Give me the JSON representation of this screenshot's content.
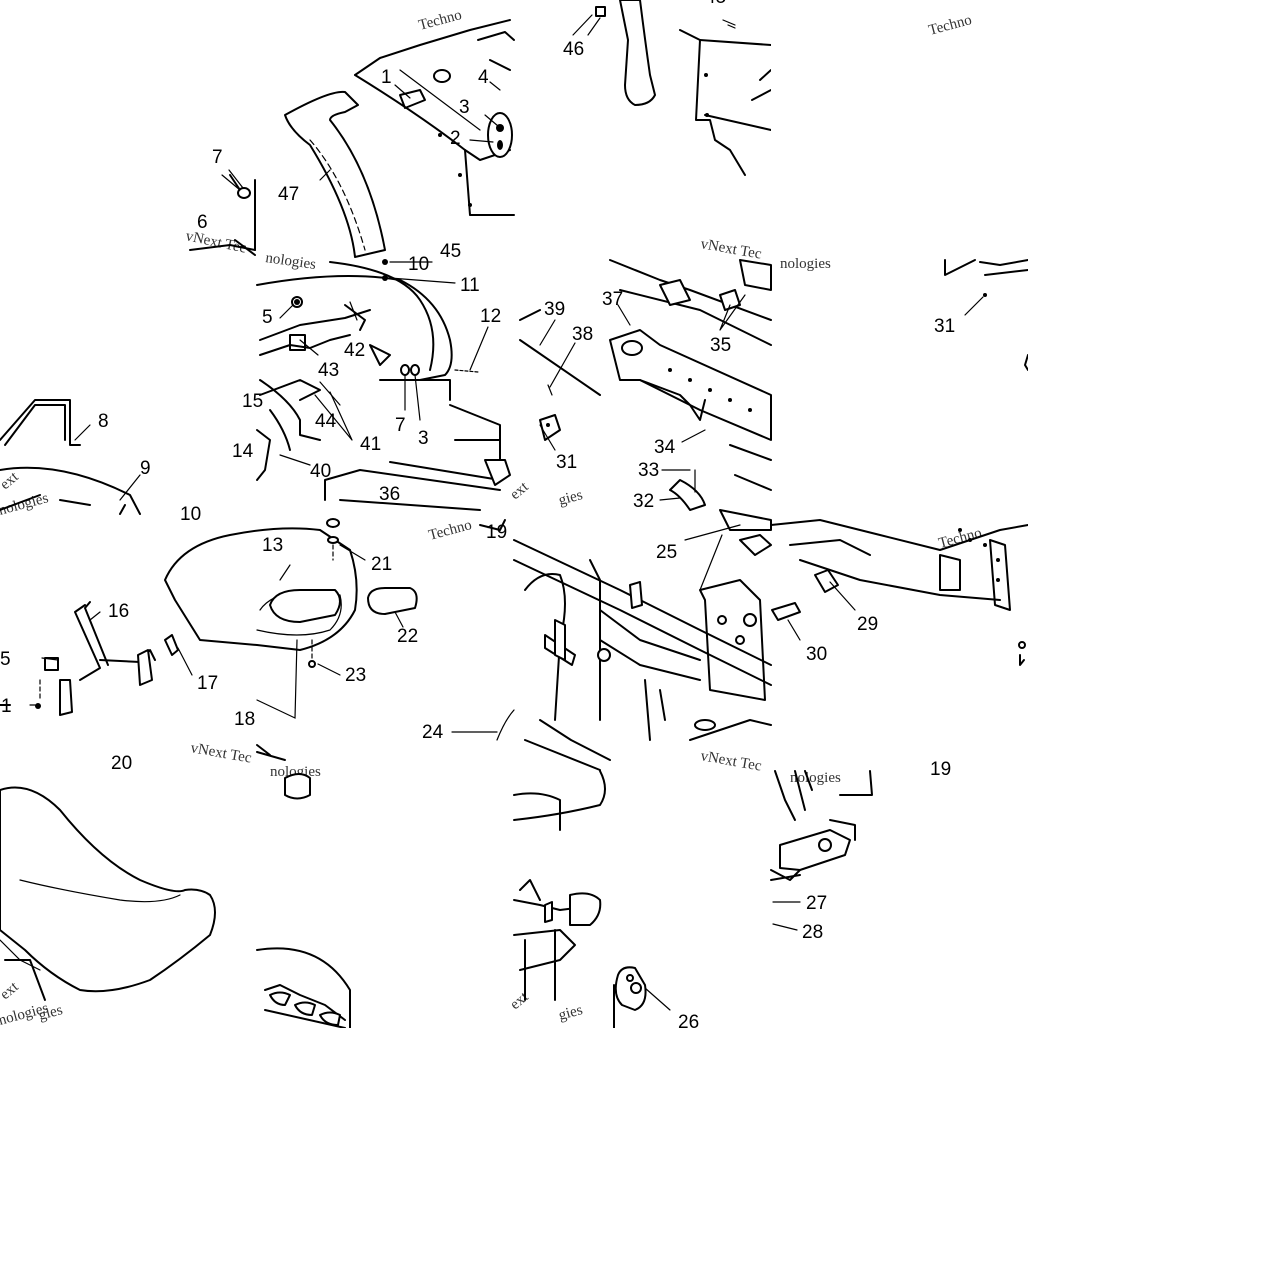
{
  "diagram": {
    "callouts": [
      {
        "id": "c1",
        "text": "1"
      },
      {
        "id": "c2",
        "text": "2"
      },
      {
        "id": "c3a",
        "text": "3"
      },
      {
        "id": "c4",
        "text": "4"
      },
      {
        "id": "c5",
        "text": "5"
      },
      {
        "id": "c6",
        "text": "6"
      },
      {
        "id": "c7a",
        "text": "7"
      },
      {
        "id": "c7b",
        "text": "7"
      },
      {
        "id": "c3b",
        "text": "3"
      },
      {
        "id": "c8",
        "text": "8"
      },
      {
        "id": "c9",
        "text": "9"
      },
      {
        "id": "c10",
        "text": "10"
      },
      {
        "id": "c11",
        "text": "11"
      },
      {
        "id": "c12",
        "text": "12"
      },
      {
        "id": "c13",
        "text": "13"
      },
      {
        "id": "c14",
        "text": "14"
      },
      {
        "id": "c15a",
        "text": "15"
      },
      {
        "id": "c15b",
        "text": "5"
      },
      {
        "id": "c16",
        "text": "16"
      },
      {
        "id": "c17",
        "text": "17"
      },
      {
        "id": "c18",
        "text": "18"
      },
      {
        "id": "c19",
        "text": "19"
      },
      {
        "id": "c20",
        "text": "20"
      },
      {
        "id": "c21",
        "text": "21"
      },
      {
        "id": "c22",
        "text": "22"
      },
      {
        "id": "c23",
        "text": "23"
      },
      {
        "id": "c24",
        "text": "24"
      },
      {
        "id": "c25",
        "text": "25"
      },
      {
        "id": "c26",
        "text": "26"
      },
      {
        "id": "c27",
        "text": "27"
      },
      {
        "id": "c28",
        "text": "28"
      },
      {
        "id": "c29",
        "text": "29"
      },
      {
        "id": "c30",
        "text": "30"
      },
      {
        "id": "c31a",
        "text": "31"
      },
      {
        "id": "c31b",
        "text": "31"
      },
      {
        "id": "c32",
        "text": "32"
      },
      {
        "id": "c33",
        "text": "33"
      },
      {
        "id": "c34",
        "text": "34"
      },
      {
        "id": "c35",
        "text": "35"
      },
      {
        "id": "c36",
        "text": "36"
      },
      {
        "id": "c37",
        "text": "37"
      },
      {
        "id": "c38",
        "text": "38"
      },
      {
        "id": "c39",
        "text": "39"
      },
      {
        "id": "c40",
        "text": "40"
      },
      {
        "id": "c41",
        "text": "41"
      },
      {
        "id": "c42",
        "text": "42"
      },
      {
        "id": "c43",
        "text": "43"
      },
      {
        "id": "c44",
        "text": "44"
      },
      {
        "id": "c45",
        "text": "45"
      },
      {
        "id": "c46",
        "text": "46"
      },
      {
        "id": "c47",
        "text": "47"
      },
      {
        "id": "c1b",
        "text": "1"
      },
      {
        "id": "c10b",
        "text": "10"
      },
      {
        "id": "c19b",
        "text": "19"
      }
    ],
    "watermarks": {
      "techno": "Techno",
      "vnext": "vNext Tec",
      "vnext2": "vNext Technologies",
      "nologies": "nologies",
      "gies": "gies",
      "ext": "ext"
    },
    "line_color": "#000000",
    "background_color": "#ffffff"
  }
}
